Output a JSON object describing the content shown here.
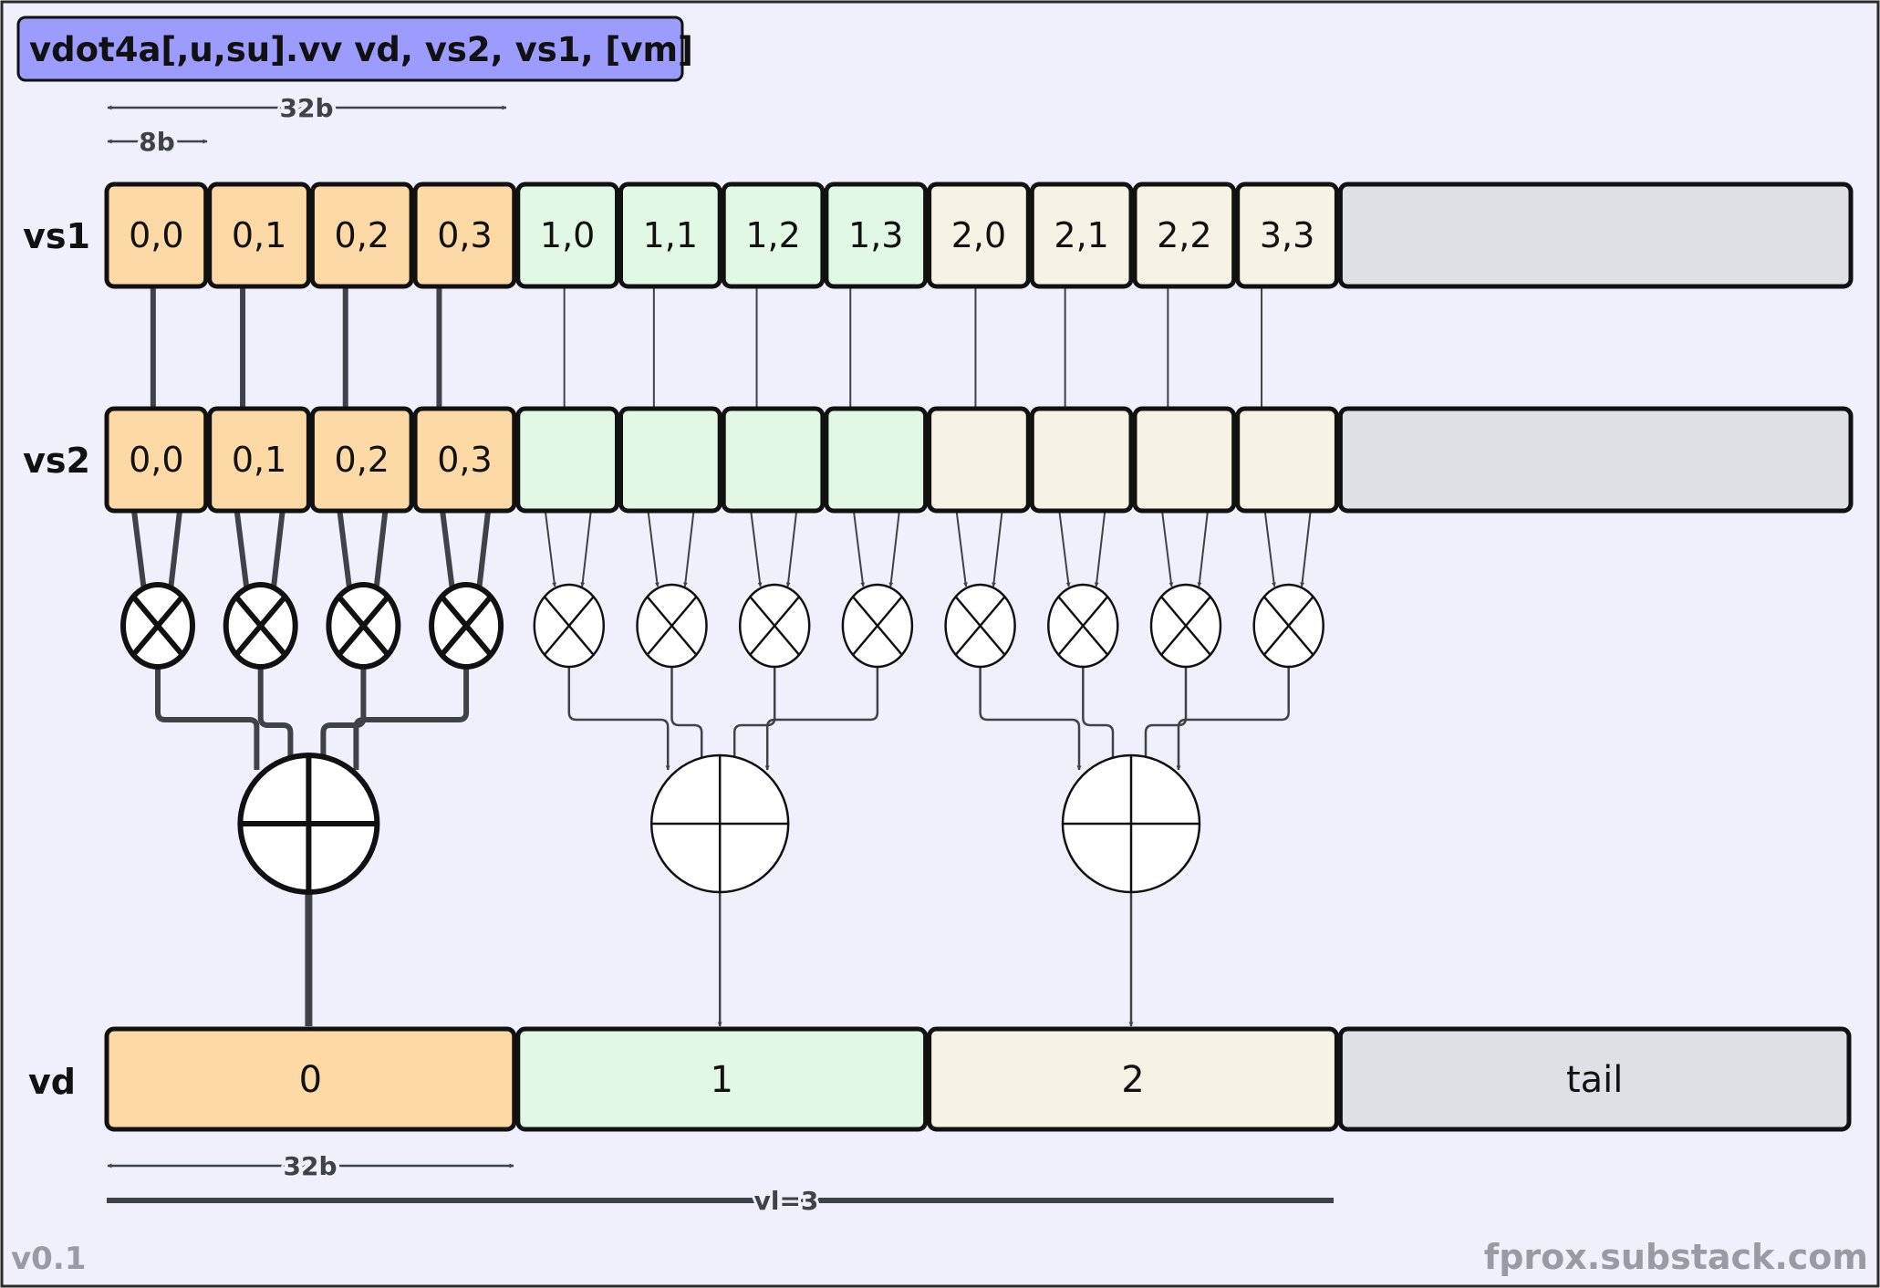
{
  "title": "vdot4a[,u,su].vv vd, vs2, vs1, [vm]",
  "row_labels": {
    "vs1": "vs1",
    "vs2": "vs2",
    "vd": "vd"
  },
  "dimension_labels": {
    "byte": "8b",
    "word_top": "32b",
    "word_bottom": "32b",
    "vl": "vl=3"
  },
  "vs1_cells": [
    "0,0",
    "0,1",
    "0,2",
    "0,3",
    "1,0",
    "1,1",
    "1,2",
    "1,3",
    "2,0",
    "2,1",
    "2,2",
    "3,3"
  ],
  "vs2_cells": [
    "0,0",
    "0,1",
    "0,2",
    "0,3",
    "",
    "",
    "",
    "",
    "",
    "",
    "",
    ""
  ],
  "vd_cells": [
    "0",
    "1",
    "2",
    "tail"
  ],
  "footer": {
    "version": "v0.1",
    "site": "fprox.substack.com"
  },
  "colors": {
    "background": "#eff0fc",
    "title_bg": "#9c9cff",
    "group0": "#fddaa5",
    "group1": "#e1f9e4",
    "group2": "#f6f3e5",
    "tail": "#dfe0e5",
    "stroke": "#111111",
    "arrow": "#3f4348",
    "footer_text": "#9a9aa2"
  },
  "cell_group": [
    0,
    0,
    0,
    0,
    1,
    1,
    1,
    1,
    2,
    2,
    2,
    2
  ]
}
